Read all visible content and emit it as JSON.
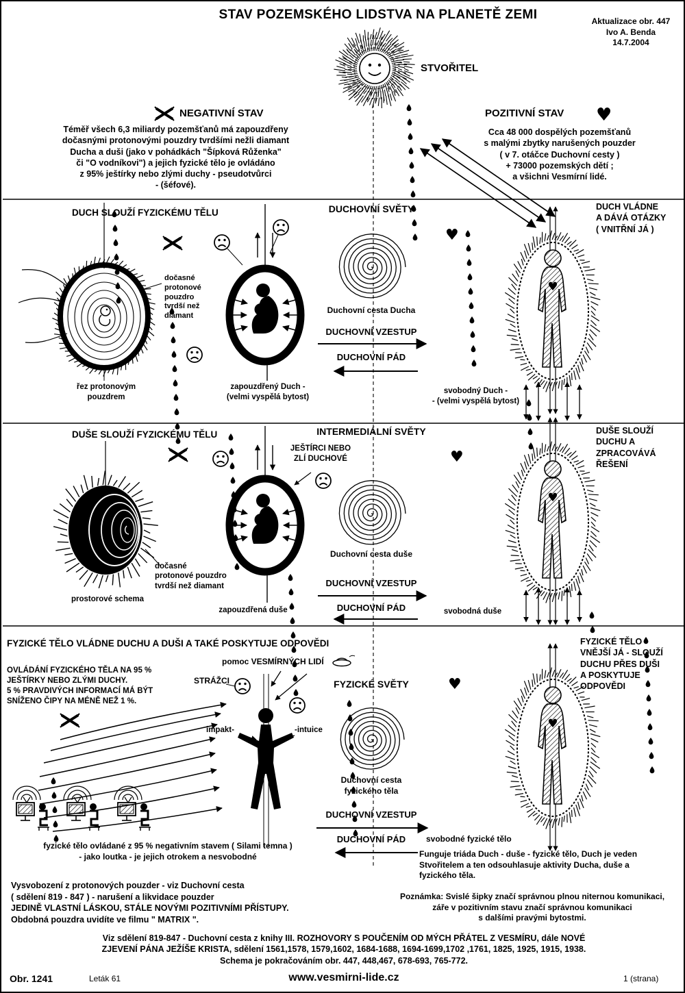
{
  "colors": {
    "ink": "#000000",
    "paper": "#ffffff"
  },
  "icons": {
    "heart": "♥"
  },
  "header": {
    "title": "STAV POZEMSKÉHO LIDSTVA NA PLANETĚ ZEMI",
    "update_block": "Aktualizace obr. 447\nIvo A. Benda\n14.7.2004",
    "creator_label": "STVOŘITEL"
  },
  "negative_state": {
    "heading": "NEGATIVNÍ STAV",
    "body": "Téměř všech 6,3 miliardy pozemšťanů má zapouzdřeny\ndočasnými protonovými pouzdry tvrdšími nežli diamant\nDucha a duši (jako v pohádkách \"Šípková Růženka\"\nči \"O vodníkovi\") a jejich fyzické tělo je ovládáno\nz 95% ještírky nebo zlými duchy - pseudotvůrci\n- (šéfové)."
  },
  "positive_state": {
    "heading": "POZITIVNÍ STAV",
    "body": "Cca 48 000 dospělých pozemšťanů\ns malými zbytky narušených pouzder\n( v 7. otáčce Duchovní cesty )\n+ 73000 pozemských dětí ;\na všichni Vesmírní lidé."
  },
  "row_spirit": {
    "left_title": "DUCH SLOUŽÍ FYZICKÉMU TĚLU",
    "mid_title": "DUCHOVNÍ SVĚTY",
    "right_title": "DUCH VLÁDNE\nA DÁVÁ OTÁZKY\n( VNITŘNÍ JÁ )",
    "shell_label": "dočasné\nprotonové\npouzdro\ntvrdší než\ndiamant",
    "cross_section_label": "řez protonovým\npouzdrem",
    "capsule_label": "zapouzdřený  Duch -\n(velmi vyspělá bytost)",
    "spiral_label": "Duchovní cesta Ducha",
    "ascent_label": "DUCHOVNÍ VZESTUP",
    "fall_label": "DUCHOVNÍ PÁD",
    "free_label": "svobodný  Duch -\n- (velmi vyspělá bytost)"
  },
  "row_soul": {
    "left_title": "DUŠE SLOUŽÍ FYZICKÉMU TĚLU",
    "mid_title": "INTERMEDIÁLNÍ SVĚTY",
    "lizards_label": "JEŠTÍRCI NEBO\nZLÍ DUCHOVÉ",
    "right_title": "DUŠE SLOUŽÍ\nDUCHU A\nZPRACOVÁVÁ\nŘEŠENÍ",
    "shell_label": "dočasné\nprotonové pouzdro\ntvrdší než diamant",
    "spatial_label": "prostorové schema",
    "capsule_label": "zapouzdřená duše",
    "spiral_label": "Duchovní cesta duše",
    "ascent_label": "DUCHOVNÍ VZESTUP",
    "fall_label": "DUCHOVNÍ PÁD",
    "free_label": "svobodná  duše"
  },
  "row_body": {
    "left_title": "FYZICKÉ TĚLO VLÁDNE DUCHU A DUŠI A TAKÉ POSKYTUJE ODPOVĚDI",
    "control_text": "OVLÁDÁNÍ FYZICKÉHO TĚLA NA 95 %\nJEŠTÍRKY NEBO ZLÝMI DUCHY.\n5 % PRAVDIVÝCH INFORMACÍ MÁ BÝT\nSNÍŽENO ČIPY NA MÉNĚ NEŽ 1 %.",
    "help_label": "pomoc VESMÍRNÝCH LIDÍ",
    "guards_label": "STRÁŽCI",
    "impact_label": "impakt-",
    "intuition_label": "-intuice",
    "mid_title": "FYZICKÉ SVĚTY",
    "right_title": "FYZICKÉ TĚLO -\nVNĚJŠÍ JÁ - SLOUŽÍ\nDUCHU PŘES DUŠI\nA POSKYTUJE\nODPOVĚDI",
    "spiral_label": "Duchovní cesta\nfyzického těla",
    "ascent_label": "DUCHOVNÍ VZESTUP",
    "fall_label": "DUCHOVNÍ PÁD",
    "free_label": "svobodné fyzické tělo",
    "slave_text": "fyzické tělo ovládané z 95 % negativním stavem ( Silami temna )\n- jako loutka - je jejich otrokem a nesvobodné",
    "triad_text": "Funguje triáda Duch - duše - fyzické tělo, Duch je veden\nStvořitelem a ten odsouhlasuje aktivity Ducha, duše a\nfyzického těla."
  },
  "footer": {
    "liberation_text": "Vysvobození z protonových pouzder - viz Duchovní cesta\n( sdělení 819 - 847 ) - narušení a likvidace pouzder\nJEDINĚ VLASTNÍ LÁSKOU, STÁLE NOVÝMI POZITIVNÍMI PŘÍSTUPY.\nObdobná pouzdra uvidíte ve filmu  \" MATRIX \".",
    "note_text": "Poznámka: Svislé šipky značí správnou plnou niternou komunikaci,\nzáře v pozitivním stavu značí správnou komunikaci\ns dalšími pravými bytostmi.",
    "references_text": "Viz sdělení 819-847 - Duchovní cesta z knihy III. ROZHOVORY S POUČENÍM OD MÝCH PŘÁTEL Z VESMÍRU, dále NOVÉ\nZJEVENÍ PÁNA JEŽÍŠE KRISTA, sdělení 1561,1578, 1579,1602, 1684-1688, 1694-1699,1702 ,1761, 1825, 1925, 1915, 1938.\nSchema je pokračováním obr. 447, 448,467, 678-693, 765-772.",
    "figure_no": "Obr. 1241",
    "leaflet": "Leták 61",
    "website": "www.vesmirni-lide.cz",
    "page_no": "1 (strana)"
  }
}
